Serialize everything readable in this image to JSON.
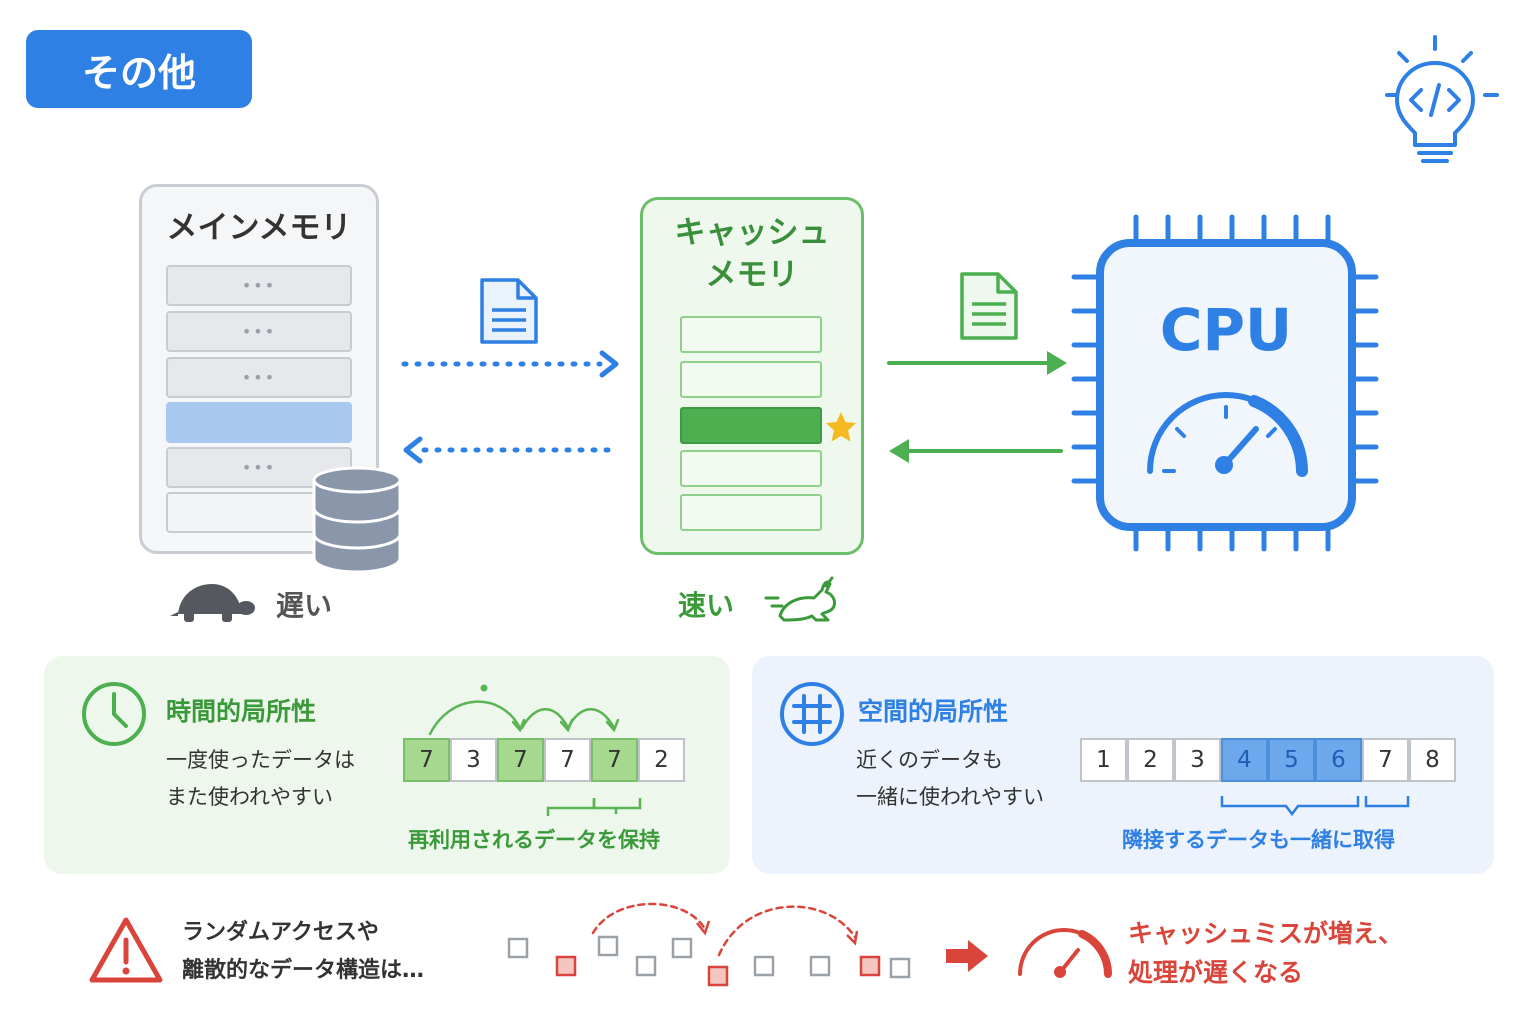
{
  "tag": "その他",
  "main_memory": {
    "title": "メインメモリ",
    "slot_dots": "•••",
    "speed": "遅い"
  },
  "cache": {
    "title_line1": "キャッシュ",
    "title_line2": "メモリ",
    "speed": "速い"
  },
  "cpu": {
    "label": "CPU"
  },
  "temporal": {
    "title": "時間的局所性",
    "desc_line1": "一度使ったデータは",
    "desc_line2": "また使われやすい",
    "cells": [
      "7",
      "3",
      "7",
      "7",
      "7",
      "2"
    ],
    "caption": "再利用されるデータを保持"
  },
  "spatial": {
    "title": "空間的局所性",
    "desc_line1": "近くのデータも",
    "desc_line2": "一緒に使われやすい",
    "cells": [
      "1",
      "2",
      "3",
      "4",
      "5",
      "6",
      "7",
      "8"
    ],
    "caption": "隣接するデータも一緒に取得"
  },
  "warning": {
    "line1": "ランダムアクセスや",
    "line2": "離散的なデータ構造は…",
    "result_line1": "キャッシュミスが増え、",
    "result_line2": "処理が遅くなる"
  },
  "colors": {
    "blue": "#2f80e4",
    "green": "#4caf50",
    "red": "#d9453a",
    "gray": "#c9cdd3"
  },
  "icons": [
    "code-bulb-icon",
    "document-icon",
    "database-icon",
    "turtle-icon",
    "rabbit-icon",
    "star-icon",
    "clock-icon",
    "grid-icon",
    "warning-icon",
    "speedometer-icon",
    "arrow-right-icon"
  ]
}
